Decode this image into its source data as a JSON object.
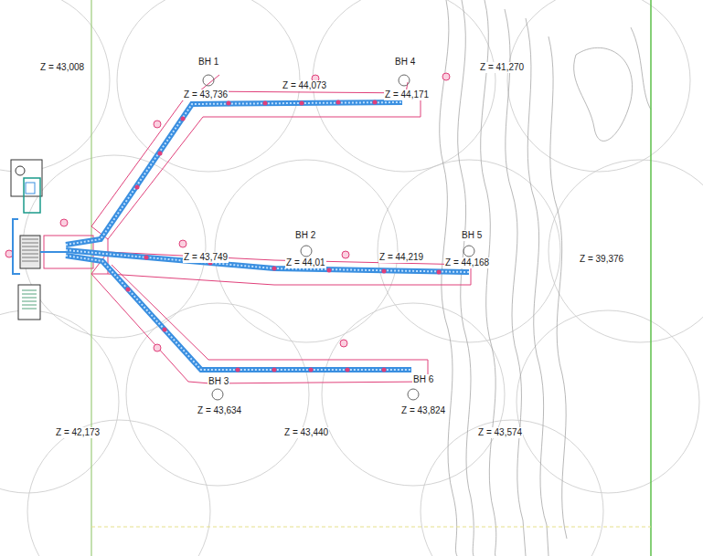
{
  "diagram": {
    "labels": [
      "Z = 43,008",
      "BH 1",
      "Z = 43,736",
      "Z = 44,073",
      "BH 4",
      "Z = 44,171",
      "Z = 41,270",
      "BH 2",
      "Z = 43,749",
      "Z = 44,01",
      "Z = 44,219",
      "BH 5",
      "Z = 44,168",
      "Z = 39,376",
      "BH 3",
      "Z = 43,634",
      "BH 6",
      "Z = 43,824",
      "Z = 42,173",
      "Z = 43,440",
      "Z = 43,574"
    ]
  }
}
